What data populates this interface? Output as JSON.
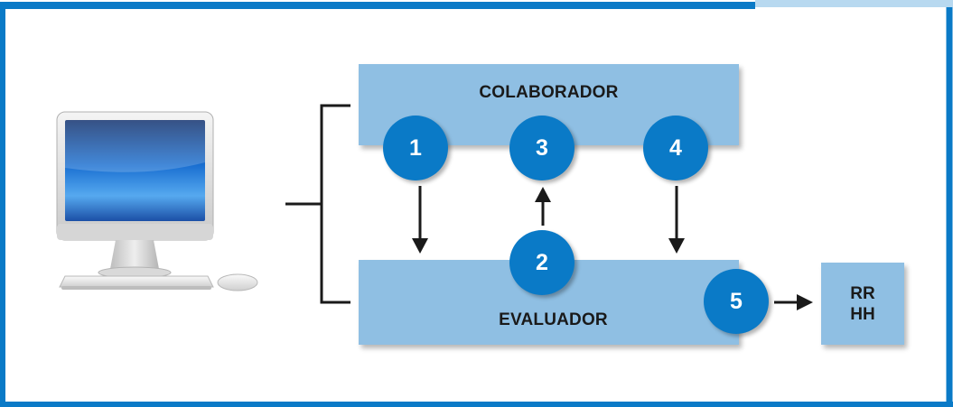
{
  "diagram": {
    "boxes": {
      "colaborador": "COLABORADOR",
      "evaluador": "EVALUADOR",
      "rrhh": [
        "RR",
        "HH"
      ]
    },
    "steps": [
      "1",
      "2",
      "3",
      "4",
      "5"
    ]
  },
  "colors": {
    "frame": "#0a7ac7",
    "box": "#8fbfe3",
    "badge": "#0a7ac7",
    "connector": "#1a1a1a"
  },
  "icons": {
    "computer": "desktop-computer-icon"
  }
}
